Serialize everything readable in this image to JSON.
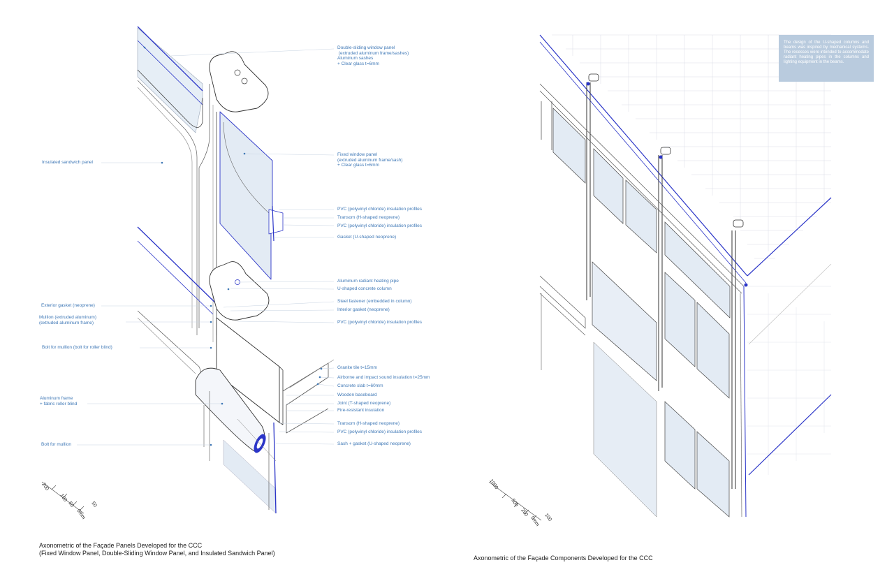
{
  "left_panel": {
    "labels": [
      {
        "id": "double-sliding",
        "text": "Double-sliding window panel\n (extruded aluminum frame/sashes)\nAluminum sashes\n+ Clear glass t=6mm"
      },
      {
        "id": "fixed-window",
        "text": "Fixed window panel\n(extruded aluminum frame/sash)\n+ Clear glass t=6mm"
      },
      {
        "id": "pvc-1",
        "text": "PVC (polyvinyl chloride) insulation profiles"
      },
      {
        "id": "transom-1",
        "text": "Transom (H-shaped neoprene)"
      },
      {
        "id": "pvc-2",
        "text": "PVC (polyvinyl chloride) insulation profiles"
      },
      {
        "id": "gasket-u",
        "text": "Gasket (U-shaped neoprene)"
      },
      {
        "id": "heating-pipe",
        "text": "Aluminum radiant heating pipe"
      },
      {
        "id": "u-column",
        "text": "U-shaped concrete column"
      },
      {
        "id": "steel-fastener",
        "text": "Steel fastener (embedded in column)"
      },
      {
        "id": "interior-gasket",
        "text": "Interior gasket (neoprene)"
      },
      {
        "id": "pvc-3",
        "text": "PVC (polyvinyl chloride) insulation profiles"
      },
      {
        "id": "granite",
        "text": "Granite tile t=15mm"
      },
      {
        "id": "sound-insulation",
        "text": "Airborne and impact sound insulation t=25mm"
      },
      {
        "id": "concrete-slab",
        "text": "Concrete slab t=60mm"
      },
      {
        "id": "baseboard",
        "text": "Wooden baseboard"
      },
      {
        "id": "joint-t",
        "text": "Joint (T-shaped neoprene)"
      },
      {
        "id": "fire-insulation",
        "text": "Fire-resistant insulation"
      },
      {
        "id": "transom-2",
        "text": "Transom (H-shaped neoprene)"
      },
      {
        "id": "pvc-4",
        "text": "PVC (polyvinyl chloride) insulation profiles"
      },
      {
        "id": "sash-gasket",
        "text": "Sash + gasket (U-shaped neoprene)"
      },
      {
        "id": "sandwich-panel",
        "text": "Insulated sandwich panel"
      },
      {
        "id": "exterior-gasket",
        "text": "Exterior gasket (neoprene)"
      },
      {
        "id": "mullion",
        "text": "Mullion (extruded aluminum)\n(extruded aluminum frame)"
      },
      {
        "id": "bolt-mullion-blind",
        "text": "Bolt for mullion (bolt for roller blind)"
      },
      {
        "id": "roller-blind",
        "text": "Aluminum frame\n+ fabric roller blind"
      },
      {
        "id": "bolt-mullion",
        "text": "Bolt for mullion"
      }
    ],
    "scale": [
      "200",
      "100",
      "50",
      "0mm",
      "50"
    ],
    "caption": "Axonometric of the Façade Panels Developed for the CCC\n(Fixed Window Panel, Double-Sliding Window Panel, and Insulated Sandwich Panel)"
  },
  "right_panel": {
    "note": "The design of the U-shaped columns and beams was inspired by mechanical systems. The recesses were intended to accommodate radiant heating pipes in the columns and lighting equipment in the beams.",
    "scale": [
      "1000",
      "500",
      "250",
      "0mm",
      "100"
    ],
    "caption": "Axonometric of the Façade Components Developed for the CCC"
  },
  "colors": {
    "line": "#2b35c8",
    "label": "#3f78b6",
    "glass": "#e3ebf4",
    "note_bg": "#b9cbde"
  }
}
